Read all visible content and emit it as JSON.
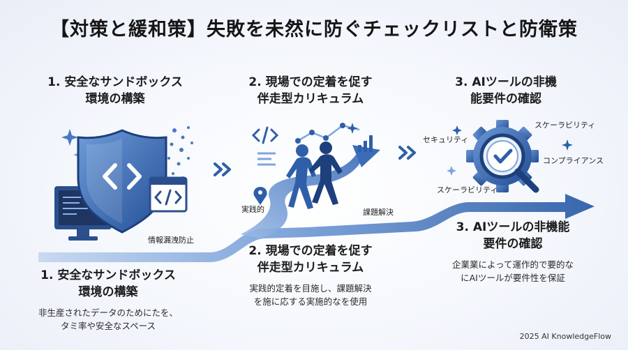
{
  "title": "【対策と緩和策】失敗を未然に防ぐチェックリストと防衛策",
  "panels": [
    {
      "title_line1": "1. 安全なサンドボックス",
      "title_line2": "環境の構築",
      "caption": "情報漏洩防止",
      "icon": "shield-code-icon"
    },
    {
      "title_line1": "2. 現場での定着を促す",
      "title_line2": "伴走型カリキュラム",
      "label_left": "実践的",
      "label_right": "課題解決",
      "icon": "walking-people-icon"
    },
    {
      "title_line1": "3. AIツールの非機",
      "title_line2": "能要件の確認",
      "labels": [
        "セキュリティ",
        "スケーラビリティ",
        "コンプライアンス",
        "スケーラビリティ"
      ],
      "icon": "gear-magnifier-icon"
    }
  ],
  "bottom": [
    {
      "title_line1": "1. 安全なサンドボックス",
      "title_line2": "環境の構築",
      "desc_line1": "非生産されたデータのためにたを、",
      "desc_line2": "タミ率や安全なスペース"
    },
    {
      "title_line1": "2. 現場での定着を促す",
      "title_line2": "伴走型カリキュラム",
      "desc_line1": "実践的定着を目施し、課題解決",
      "desc_line2": "を施に応する実施的なを使用"
    },
    {
      "title_line1": "3. AIツールの非機能",
      "title_line2": "要件の確認",
      "desc_line1": "企業業によって運作的で要的な",
      "desc_line2": "にAIツールが要件性を保証"
    }
  ],
  "footer": "2025 AI KnowledgeFlow",
  "colors": {
    "primary": "#2f5fa8",
    "light": "#7fa6dc",
    "dark": "#1d3f7c"
  }
}
